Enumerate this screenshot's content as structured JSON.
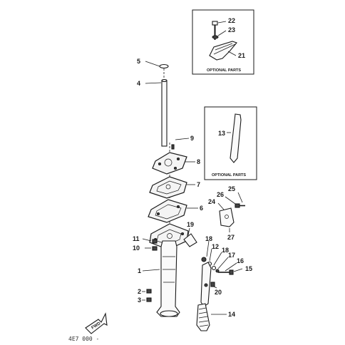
{
  "optional_box_top": {
    "caption": "OPTIONAL PARTS"
  },
  "optional_box_mid": {
    "caption": "OPTIONAL PARTS"
  },
  "forward_label": "FWD",
  "figure_code": "4E7 000 -",
  "callouts": {
    "c1": "1",
    "c2": "2",
    "c3": "3",
    "c4": "4",
    "c5": "5",
    "c6": "6",
    "c7": "7",
    "c8": "8",
    "c9": "9",
    "c10": "10",
    "c11": "11",
    "c12": "12",
    "c13": "13",
    "c14": "14",
    "c15": "15",
    "c16": "16",
    "c17": "17",
    "c18a": "18",
    "c18b": "18",
    "c19": "19",
    "c20": "20",
    "c21": "21",
    "c22": "22",
    "c23": "23",
    "c24": "24",
    "c25": "25",
    "c26": "26",
    "c27": "27"
  }
}
